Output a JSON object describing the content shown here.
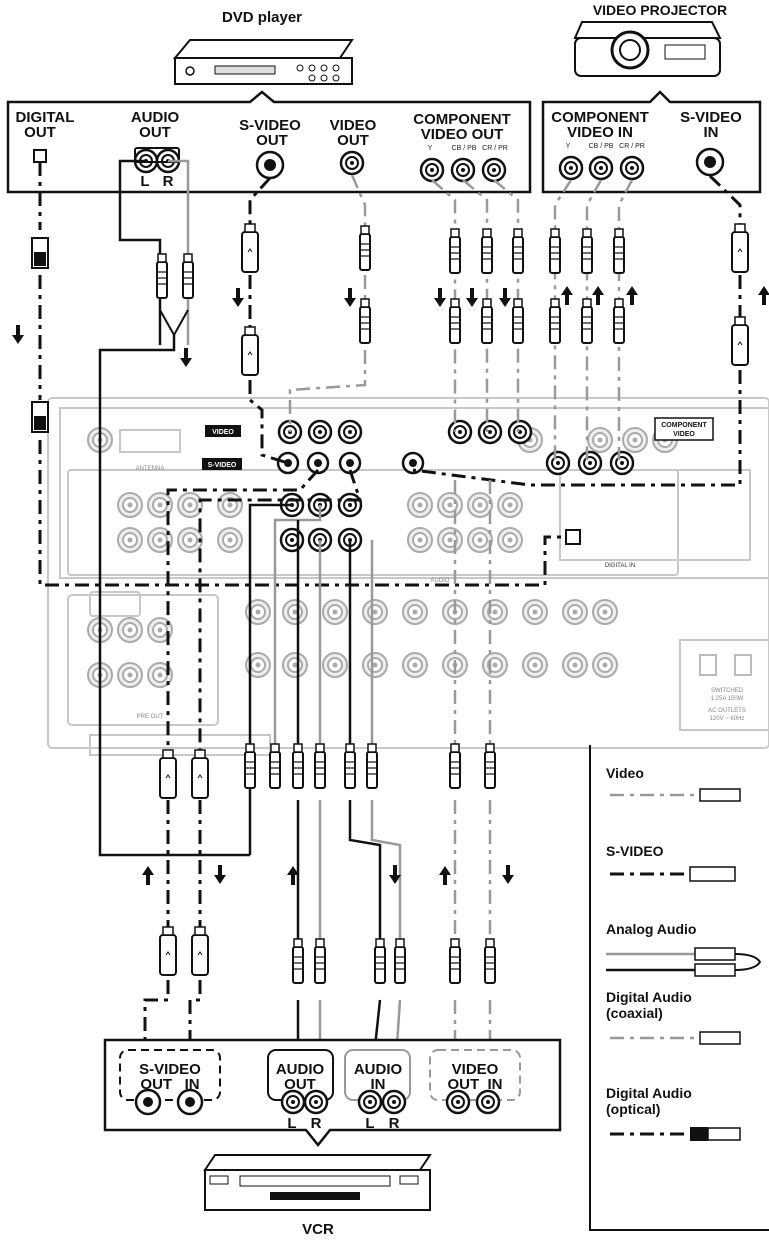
{
  "devices": {
    "dvd": {
      "title": "DVD player"
    },
    "projector": {
      "title": "VIDEO PROJECTOR"
    },
    "vcr": {
      "title": "VCR"
    }
  },
  "dvd_outputs": {
    "digital_out": [
      "DIGITAL",
      "OUT"
    ],
    "audio_out": [
      "AUDIO",
      "OUT"
    ],
    "audio_lr": [
      "L",
      "R"
    ],
    "svideo_out": [
      "S-VIDEO",
      "OUT"
    ],
    "video_out": [
      "VIDEO",
      "OUT"
    ],
    "component_out": [
      "COMPONENT",
      "VIDEO OUT"
    ],
    "component_sub": [
      "Y",
      "CB / PB",
      "CR / PR"
    ]
  },
  "projector_inputs": {
    "component_in": [
      "COMPONENT",
      "VIDEO IN"
    ],
    "component_sub": [
      "Y",
      "CB / PB",
      "CR / PR"
    ],
    "svideo_in": [
      "S-VIDEO",
      "IN"
    ]
  },
  "vcr_ports": {
    "svideo": [
      "S-VIDEO",
      "OUT   IN"
    ],
    "audio_out": [
      "AUDIO",
      "OUT"
    ],
    "audio_in": [
      "AUDIO",
      "IN"
    ],
    "video": [
      "VIDEO",
      "OUT  IN"
    ],
    "lr1": [
      "L",
      "R"
    ],
    "lr2": [
      "L",
      "R"
    ]
  },
  "receiver_labels": {
    "video": "VIDEO",
    "svideo": "S-VIDEO",
    "component": [
      "COMPONENT",
      "VIDEO"
    ],
    "antenna": "ANTENNA",
    "digital_in": "DIGITAL IN",
    "audio": "AUDIO",
    "pre_out": "PRE OUT",
    "switched": [
      "SWITCHED",
      "1.25A 150W"
    ],
    "ac_outlets": [
      "AC OUTLETS",
      "120V ~ 60Hz"
    ]
  },
  "legend": {
    "video": "Video",
    "svideo": "S-VIDEO",
    "analog_audio": "Analog Audio",
    "digital_coax": [
      "Digital Audio",
      "(coaxial)"
    ],
    "digital_optical": [
      "Digital Audio",
      "(optical)"
    ]
  },
  "colors": {
    "line_black": "#111111",
    "line_gray": "#999999",
    "panel_gray": "#c8c8c8"
  }
}
